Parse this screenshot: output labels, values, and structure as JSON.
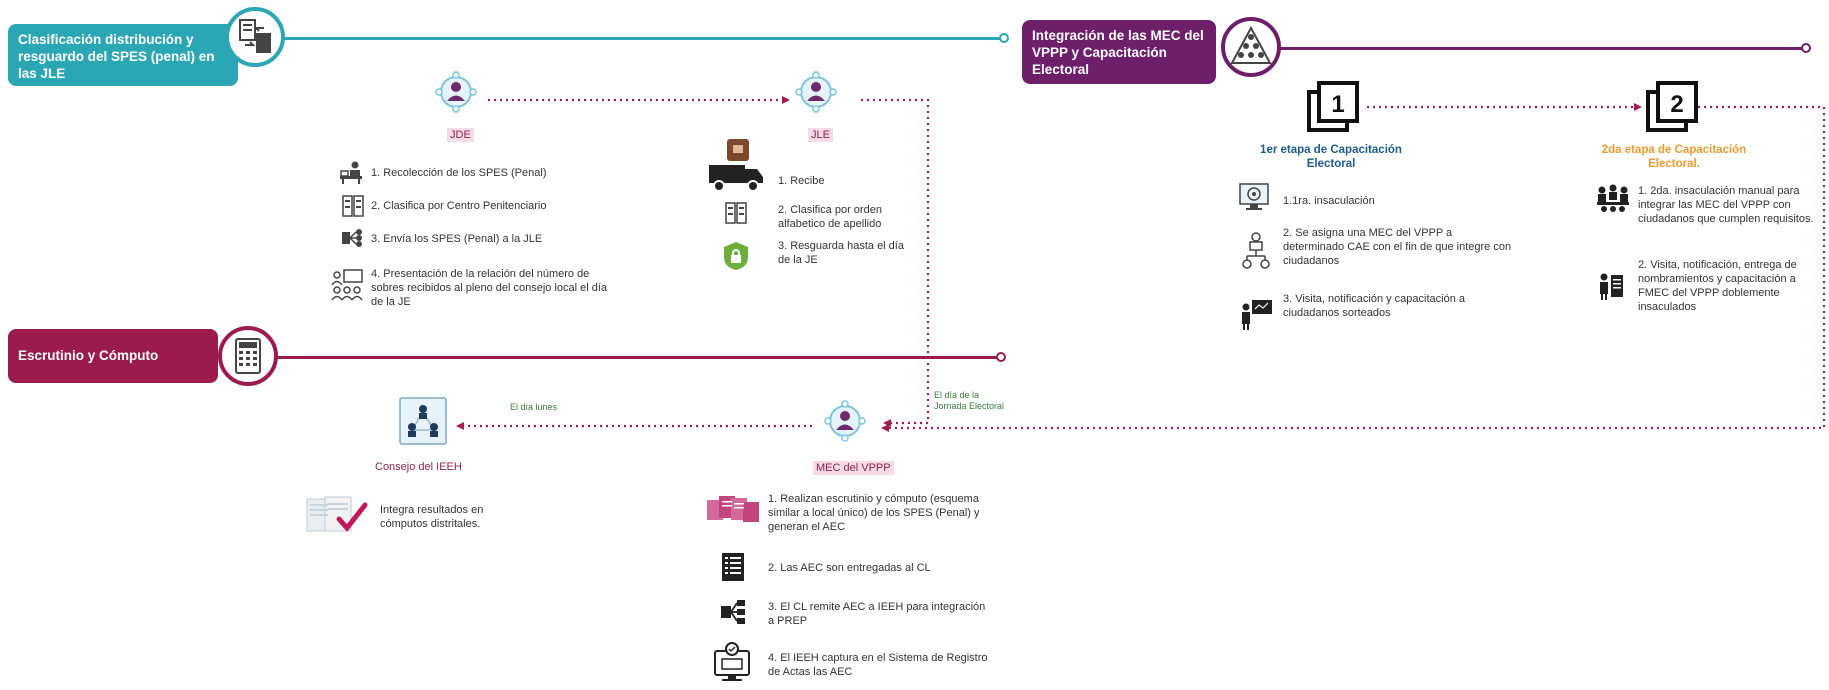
{
  "colors": {
    "teal": "#2aa6b4",
    "purple": "#6d1f6a",
    "crimson": "#9b1b4f",
    "arrow": "#a31b52",
    "green": "#6cae3a",
    "blue": "#1f5b8c",
    "orange": "#e69b2e"
  },
  "sections": {
    "clasificacion": {
      "title": "Clasificación distribución y resguardo del SPES (penal) en las JLE"
    },
    "integracion": {
      "title": "Integración de las MEC del VPPP y Capacitación Electoral"
    },
    "escrutinio": {
      "title": "Escrutinio y Cómputo"
    }
  },
  "jde": {
    "label": "JDE",
    "steps": [
      "1. Recolección de los SPES (Penal)",
      "2. Clasifica por Centro Penitenciario",
      "3. Envía los SPES (Penal)  a la JLE",
      "4. Presentación de la relación del número de sobres recibidos al pleno del consejo local el día de la JE"
    ]
  },
  "jle": {
    "label": "JLE",
    "steps": [
      "1. Recibe",
      "2. Clasifica por orden alfabetico de apellido",
      "3. Resguarda hasta el día de la JE"
    ]
  },
  "stage1": {
    "number": "1",
    "title": "1er etapa de Capacitación Electoral",
    "steps": [
      "1.1ra. insaculación",
      "2. Se asigna una MEC del VPPP a  determinado CAE con el fin de que integre con ciudadanos",
      "3. Visita, notificación y capacitación a ciudadanos sorteados"
    ]
  },
  "stage2": {
    "number": "2",
    "title": "2da etapa de Capacitación Electoral.",
    "steps": [
      "1. 2da. insaculación manual para integrar las MEC del VPPP con ciudadanos que cumplen requisitos.",
      "2. Visita, notificación, entrega de nombramientos y capacitación a FMEC del VPPP doblemente insaculados"
    ]
  },
  "mec": {
    "label": "MEC del VPPP",
    "note": "El día de la Jornada Electoral",
    "steps": [
      "1. Realizan escrutinio y cómputo (esquema similar a local único) de los SPES (Penal) y generan el AEC",
      "2. Las AEC son entregadas al CL",
      "3. El CL remite AEC a IEEH para integración a PREP",
      "4. El IEEH captura en el Sistema de Registro de Actas las AEC"
    ]
  },
  "consejo": {
    "label": "Consejo del IEEH",
    "arrow_label": "El día lunes",
    "step": "Integra resultados en cómputos distritales."
  },
  "icons": {
    "clasificacion": "documents-exchange-icon",
    "integracion": "hierarchy-pyramid-icon",
    "escrutinio": "calculator-icon",
    "jde": "person-network-icon",
    "jle": "person-network-icon",
    "mec": "person-network-icon",
    "consejo": "people-network-icon"
  }
}
